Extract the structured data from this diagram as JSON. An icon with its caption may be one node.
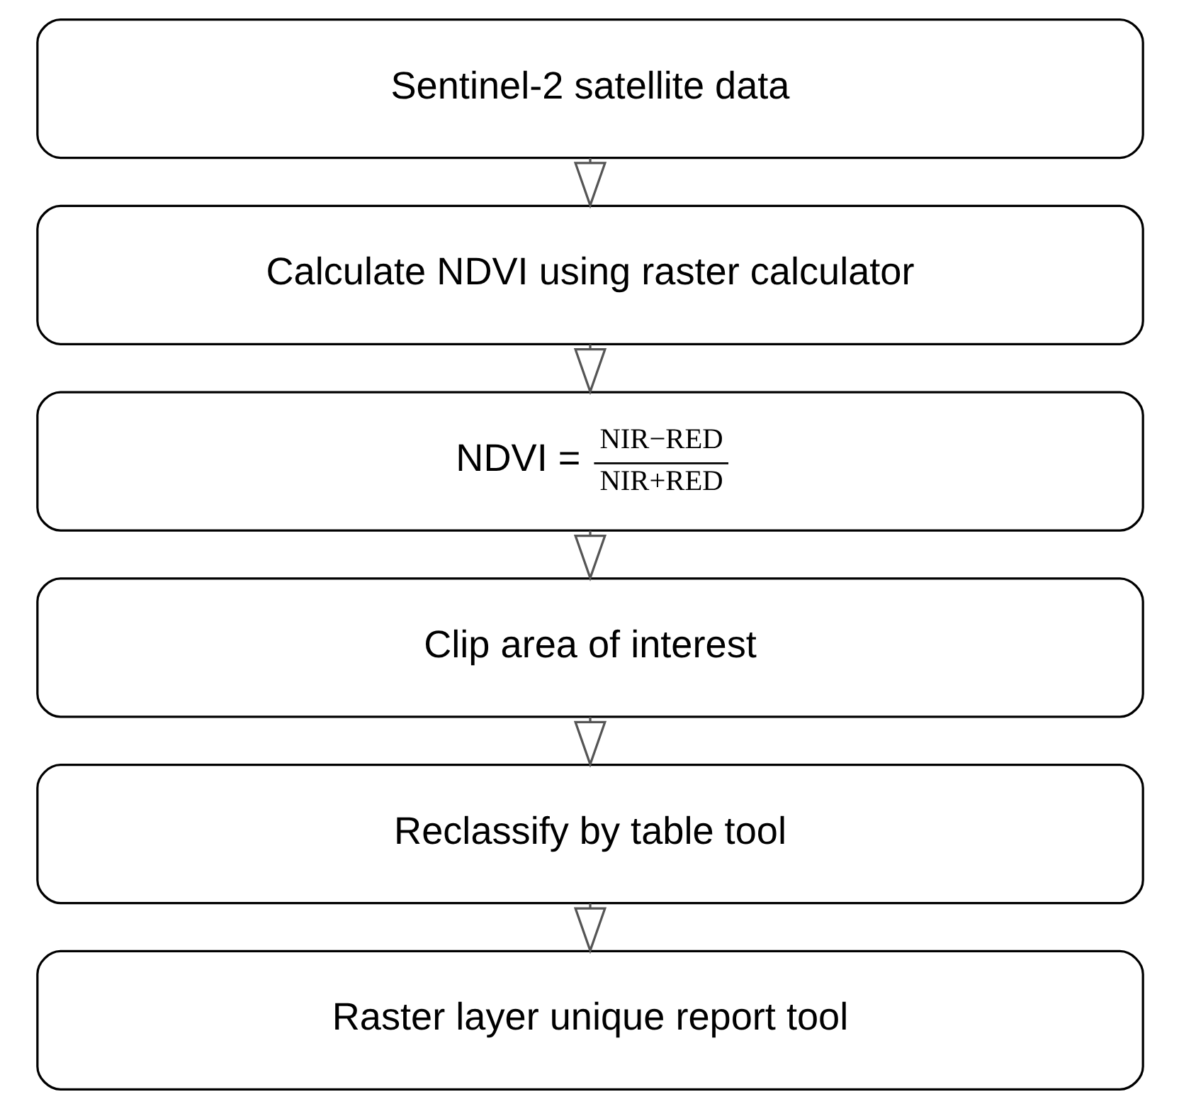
{
  "diagram": {
    "nodes": [
      {
        "text": [
          "Sentinel-2 satellite data"
        ]
      },
      {
        "text": [
          "Calculate NDVI using raster calculator"
        ]
      },
      {
        "text": [
          "NDVI =",
          "NIR−RED",
          "NIR+RED"
        ]
      },
      {
        "text": [
          "Clip area of interest"
        ]
      },
      {
        "text": [
          "Reclassify by table tool"
        ]
      },
      {
        "text": [
          "Raster layer unique report tool"
        ]
      }
    ],
    "edges": [
      {
        "from": 0,
        "to": 1,
        "arrow": "to"
      },
      {
        "from": 1,
        "to": 2,
        "arrow": "to"
      },
      {
        "from": 2,
        "to": 3,
        "arrow": "to"
      },
      {
        "from": 3,
        "to": 4,
        "arrow": "to"
      },
      {
        "from": 4,
        "to": 5,
        "arrow": "to"
      }
    ]
  }
}
